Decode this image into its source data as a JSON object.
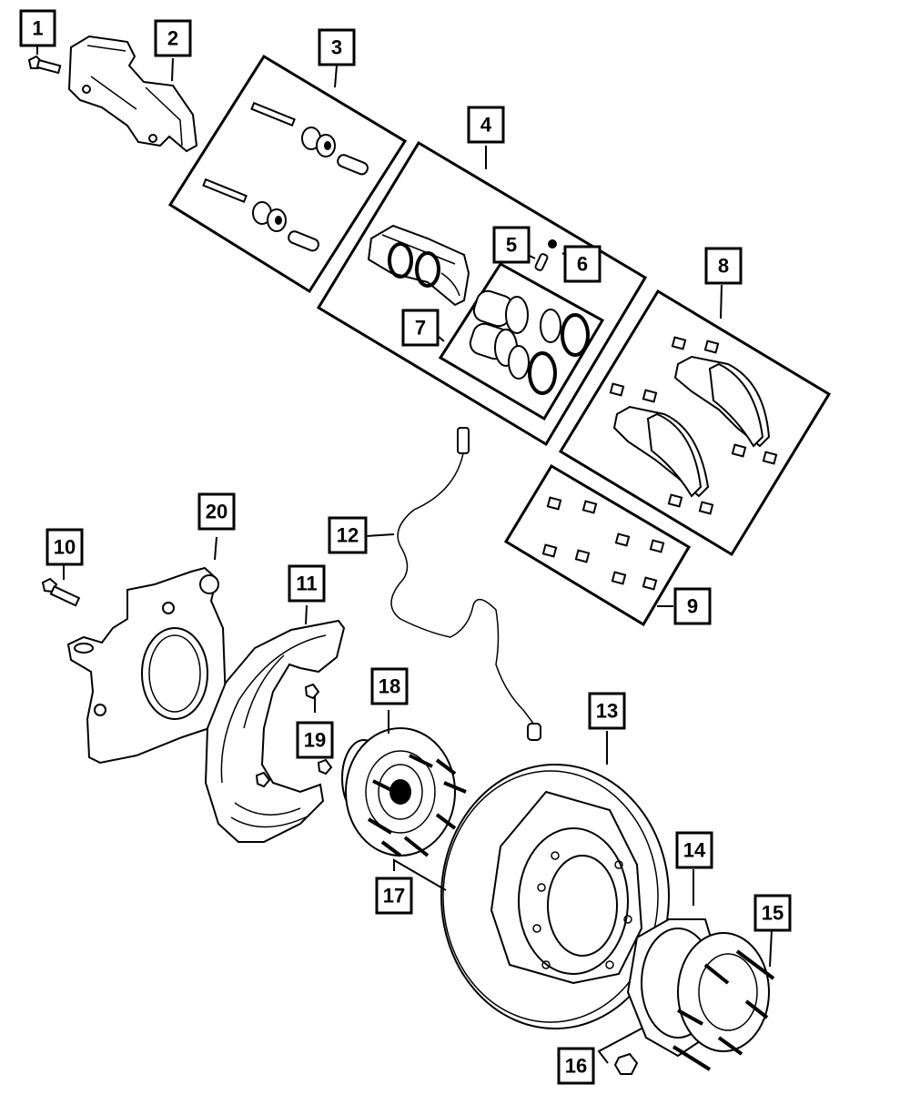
{
  "diagram": {
    "title": "Front Brake / Hub Exploded View",
    "callouts": [
      {
        "id": "1",
        "label": "1",
        "part": "caliper-adapter-bolt"
      },
      {
        "id": "2",
        "label": "2",
        "part": "caliper-adapter"
      },
      {
        "id": "3",
        "label": "3",
        "part": "caliper-pin-and-bushing-kit"
      },
      {
        "id": "4",
        "label": "4",
        "part": "disc-brake-caliper"
      },
      {
        "id": "5",
        "label": "5",
        "part": "bleeder-screw"
      },
      {
        "id": "6",
        "label": "6",
        "part": "bleeder-cap"
      },
      {
        "id": "7",
        "label": "7",
        "part": "piston-and-seal-kit"
      },
      {
        "id": "8",
        "label": "8",
        "part": "brake-pad-kit"
      },
      {
        "id": "9",
        "label": "9",
        "part": "pad-clip-kit"
      },
      {
        "id": "10",
        "label": "10",
        "part": "knuckle-bolt"
      },
      {
        "id": "11",
        "label": "11",
        "part": "disc-brake-shield"
      },
      {
        "id": "12",
        "label": "12",
        "part": "abs-wheel-speed-sensor"
      },
      {
        "id": "13",
        "label": "13",
        "part": "brake-rotor"
      },
      {
        "id": "14",
        "label": "14",
        "part": "hub-and-bearing-rear-flange"
      },
      {
        "id": "15",
        "label": "15",
        "part": "wheel-stud"
      },
      {
        "id": "16",
        "label": "16",
        "part": "hub-nut"
      },
      {
        "id": "17",
        "label": "17",
        "part": "wheel-stud"
      },
      {
        "id": "18",
        "label": "18",
        "part": "hub-and-bearing"
      },
      {
        "id": "19",
        "label": "19",
        "part": "shield-bolt"
      },
      {
        "id": "20",
        "label": "20",
        "part": "steering-knuckle"
      }
    ]
  }
}
